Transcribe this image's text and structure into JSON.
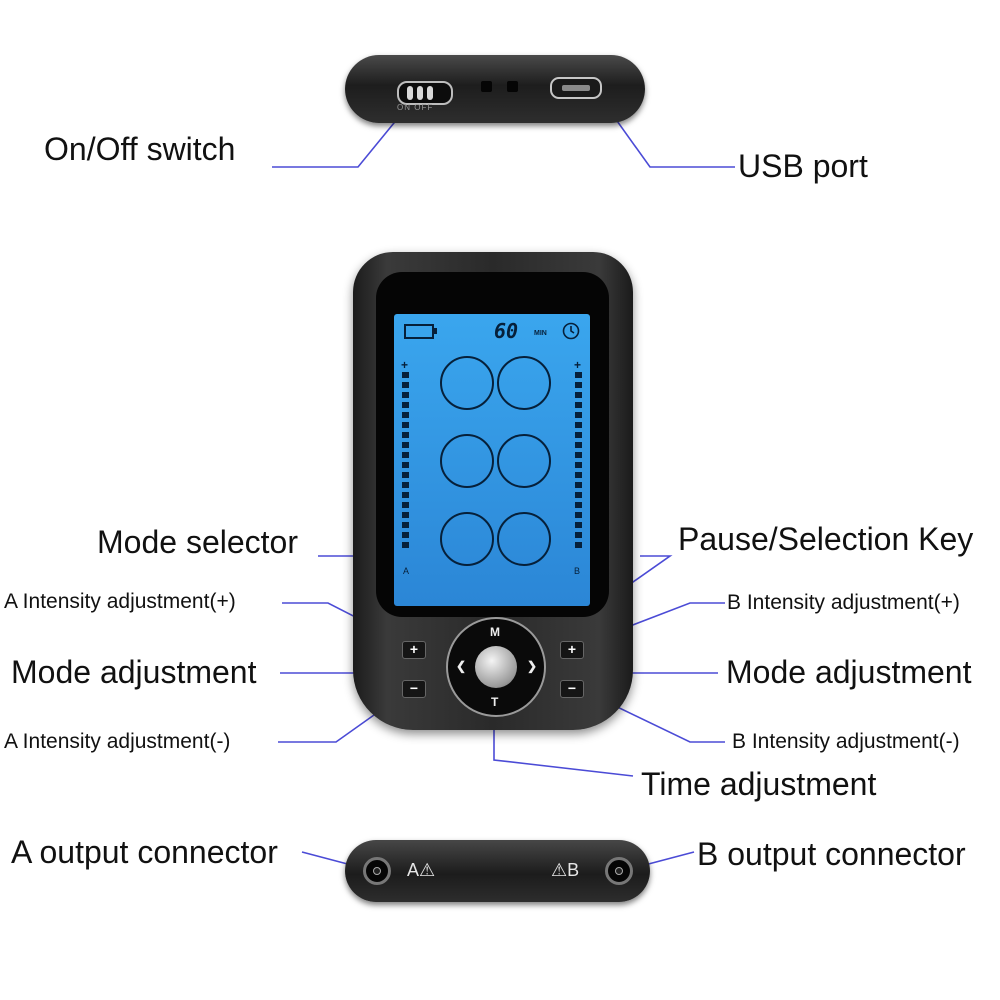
{
  "labels": {
    "on_off_switch": "On/Off switch",
    "usb_port": "USB port",
    "mode_selector": "Mode selector",
    "pause_selection_key": "Pause/Selection Key",
    "a_intensity_plus": "A Intensity adjustment(+)",
    "b_intensity_plus": "B Intensity adjustment(+)",
    "mode_adjustment_left": "Mode adjustment",
    "mode_adjustment_right": "Mode adjustment",
    "a_intensity_minus": "A Intensity adjustment(-)",
    "b_intensity_minus": "B Intensity adjustment(-)",
    "time_adjustment": "Time adjustment",
    "a_output_connector": "A output connector",
    "b_output_connector": "B output connector"
  },
  "device": {
    "lcd_minutes": "60",
    "lcd_min_unit": "MIN",
    "lcd_channel_a": "A",
    "lcd_channel_b": "B",
    "lcd_plus": "+",
    "key_plus": "+",
    "key_minus": "−",
    "dpad_m": "M",
    "dpad_t": "T",
    "dpad_left": "❮",
    "dpad_right": "❯",
    "switch_text": "ON OFF",
    "output_a": "A⚠",
    "output_b": "⚠B"
  },
  "colors": {
    "leader_line": "#4b4bd6",
    "lcd_backlight": "#2f95e0"
  }
}
